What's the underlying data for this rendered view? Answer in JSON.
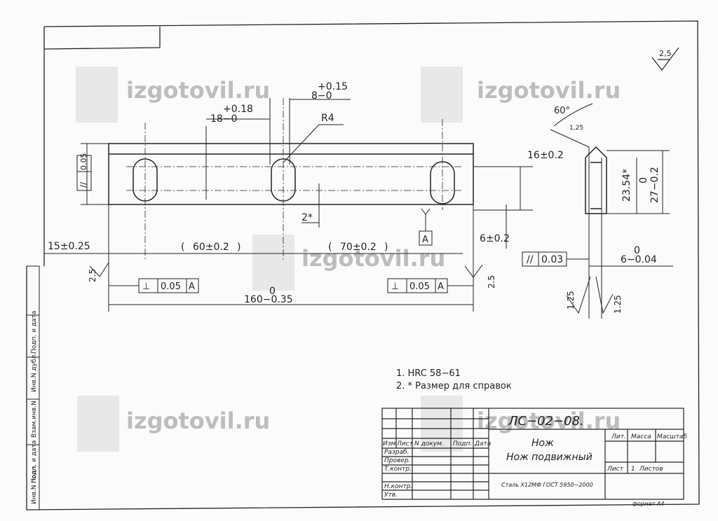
{
  "watermark": {
    "text": "izgotovil.ru"
  },
  "roughness": {
    "global": "2,5",
    "left_face": "2.5",
    "right_face": "2.5",
    "edge_a": "1.25",
    "edge_b": "1.25",
    "edge_c": "1.25"
  },
  "front_view": {
    "hole_offset_tol": "+0.18",
    "hole_offset": "18−0",
    "slot_width_tol": "+0.15",
    "slot_width": "8−0",
    "radius": "R4",
    "parallelism_value": "0.05",
    "dim_16": "16±0.2",
    "dim_2": "2*",
    "datum": "A",
    "dim_6": "6±0.2",
    "dim_15": "15±0.25",
    "dim_60": "60±0.2",
    "dim_70": "70±0.2",
    "perp_left_value": "0.05",
    "perp_left_datum": "A",
    "perp_right_value": "0.05",
    "perp_right_datum": "A",
    "length_upper": "0",
    "length": "160−0.35"
  },
  "side_view": {
    "angle": "60°",
    "bevel": "1,25",
    "dim_2354": "23.54*",
    "dim_27_upper": "0",
    "dim_27": "27−0.2",
    "parallel_value": "0.03",
    "thickness_upper": "0",
    "thickness": "6−0.04"
  },
  "notes": [
    "1. HRC 58−61",
    "2. * Размер для справок"
  ],
  "title_block": {
    "drawing_number": "ЛС−02−08.",
    "title_line1": "Нож",
    "title_line2": "Нож подвижный",
    "material": "Сталь Х12МФ ГОСТ 5950−2000",
    "col_izm": "Изм",
    "col_list": "Лист",
    "col_ndokum": "N докум.",
    "col_podp": "Подп.",
    "col_data": "Дата",
    "row_razrab": "Разраб.",
    "row_prover": "Провер.",
    "row_tkontr": "Т.контр.",
    "row_nkontr": "Н.контр.",
    "row_utv": "Утв.",
    "lit": "Лит.",
    "massa": "Масса",
    "masshtab": "Масштаб",
    "list_label": "Лист",
    "list_value": "1",
    "listov": "Листов",
    "format": "формат А4"
  },
  "side_stamp": [
    "Инв.N подл.",
    "Подп. и дата",
    "Взам.инв.N",
    "Инв.N дубл.",
    "Подп. и дата"
  ]
}
